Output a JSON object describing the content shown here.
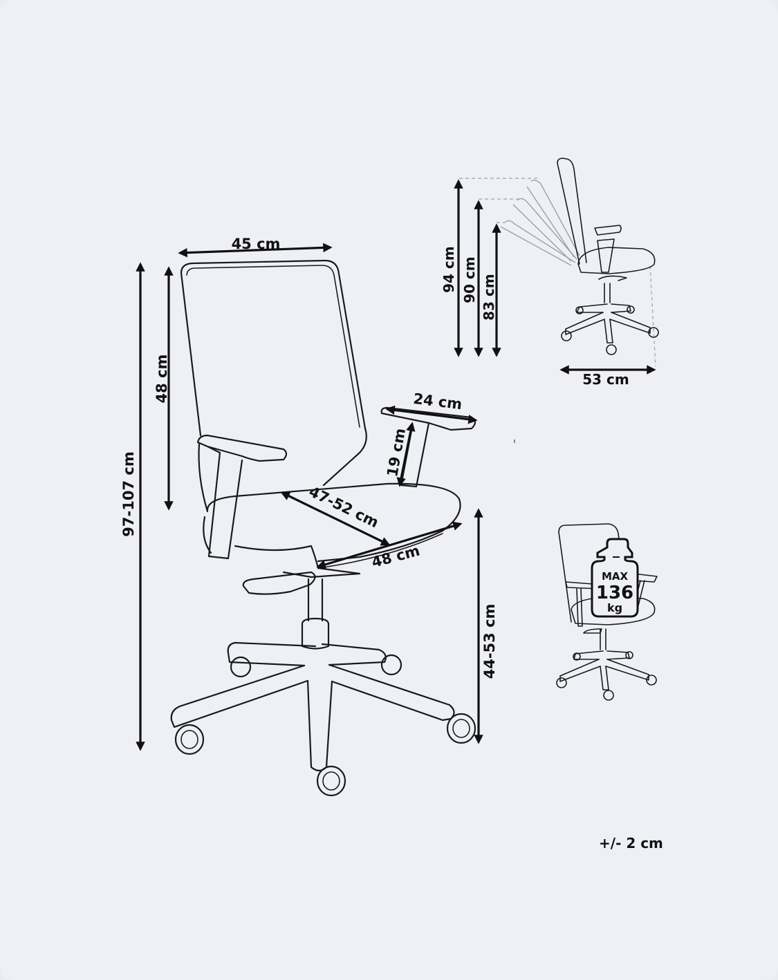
{
  "dimensions": {
    "backrest_width": "45 cm",
    "backrest_height": "48 cm",
    "total_height": "97-107 cm",
    "armrest_length": "24 cm",
    "armrest_height": "19 cm",
    "seat_depth": "47-52 cm",
    "seat_width": "48 cm",
    "seat_height": "44-53 cm",
    "recline_height_1": "94 cm",
    "recline_height_2": "90 cm",
    "recline_height_3": "83 cm",
    "base_depth": "53 cm"
  },
  "max_load": {
    "label_top": "MAX",
    "value": "136",
    "unit": "kg"
  },
  "tolerance": "+/- 2 cm"
}
